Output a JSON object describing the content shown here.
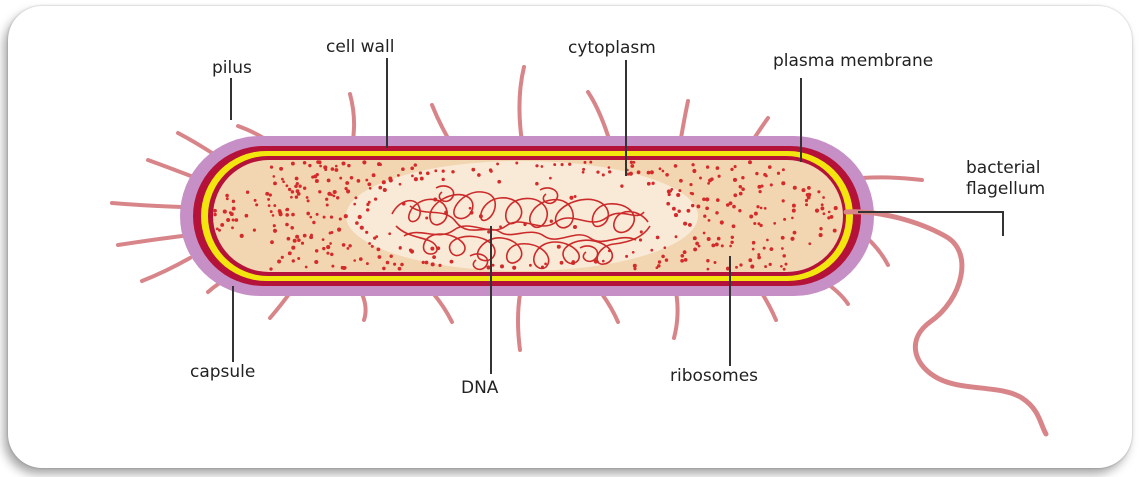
{
  "labels": {
    "pilus": "pilus",
    "cell_wall": "cell wall",
    "cytoplasm": "cytoplasm",
    "plasma_membrane": "plasma membrane",
    "bacterial_flagellum_line1": "bacterial",
    "bacterial_flagellum_line2": "flagellum",
    "capsule": "capsule",
    "dna": "DNA",
    "ribosomes": "ribosomes"
  },
  "colors": {
    "capsule": "#c690c6",
    "cell_wall": "#b5123a",
    "plasma_membrane": "#f2e60e",
    "cytoplasm": "#f2d6b2",
    "nucleoid_region": "#f8ead6",
    "ribosome": "#d42a2a",
    "dna": "#cc2a2a",
    "pilus": "#d8858a",
    "leader_line": "#333333"
  }
}
